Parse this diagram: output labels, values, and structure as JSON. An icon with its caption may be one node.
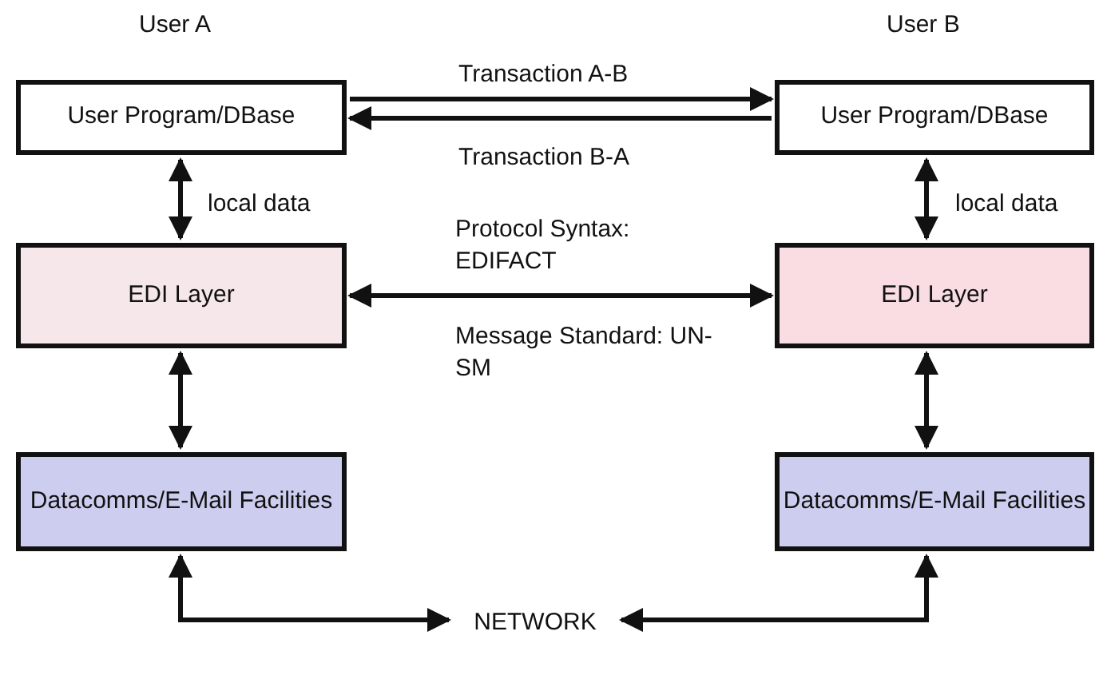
{
  "diagram": {
    "nodes": [
      {
        "text": [
          "User Program/DBase"
        ],
        "beside": [
          "User A"
        ]
      },
      {
        "text": [
          "User Program/DBase"
        ],
        "beside": [
          "User B"
        ]
      },
      {
        "text": [
          "EDI Layer"
        ]
      },
      {
        "text": [
          "EDI Layer"
        ]
      },
      {
        "text": [
          "Datacomms/E-Mail Facilities"
        ]
      },
      {
        "text": [
          "Datacomms/E-Mail Facilities"
        ]
      },
      {
        "text": [
          "NETWORK"
        ]
      }
    ],
    "edges": [
      {
        "from": 0,
        "to": 1,
        "arrow": "to",
        "label": "Transaction A-B"
      },
      {
        "from": 1,
        "to": 0,
        "arrow": "to",
        "label": "Transaction B-A"
      },
      {
        "from": 0,
        "to": 2,
        "arrow": "both",
        "label": "local data"
      },
      {
        "from": 1,
        "to": 3,
        "arrow": "both",
        "label": "local data"
      },
      {
        "from": 2,
        "to": 3,
        "arrow": "both",
        "label": "Protocol Syntax: EDIFACT"
      },
      {
        "from": 2,
        "to": 4,
        "arrow": "both"
      },
      {
        "from": 3,
        "to": 5,
        "arrow": "both"
      },
      {
        "from": 4,
        "to": 6,
        "arrow": "both"
      },
      {
        "from": 5,
        "to": 6,
        "arrow": "both"
      }
    ],
    "labels": [
      "Message Standard: UN-SM"
    ]
  }
}
